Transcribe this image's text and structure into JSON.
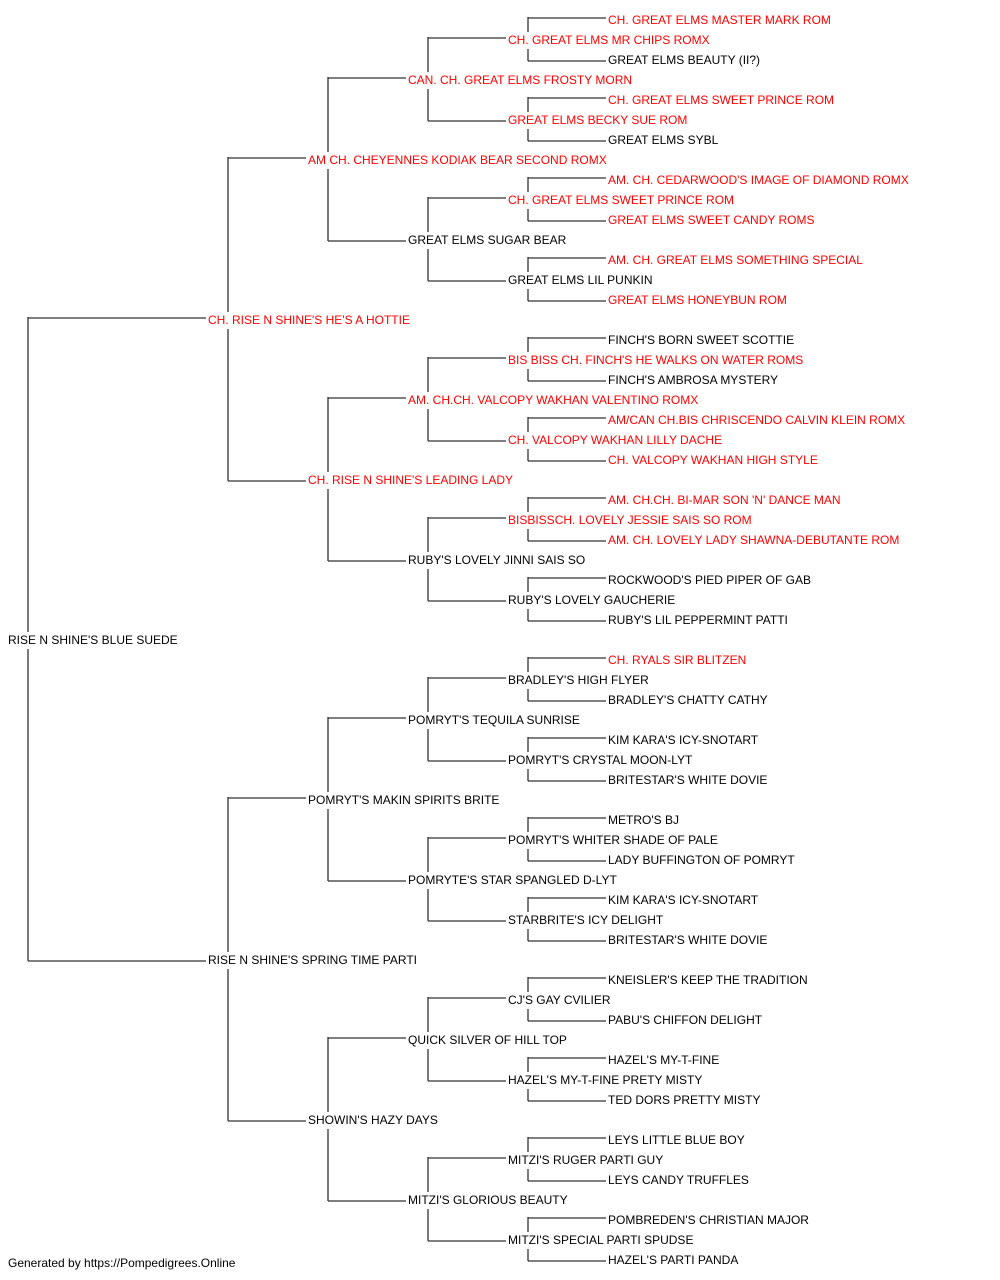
{
  "colors": {
    "champion": "#ff0000",
    "normal": "#000000",
    "line": "#333333"
  },
  "footer": "Generated by https://Pompedigrees.Online",
  "pedigree": {
    "name": "RISE N SHINE'S BLUE SUEDE",
    "champion": false,
    "sire": {
      "name": "CH. RISE N SHINE'S HE'S A HOTTIE",
      "champion": true,
      "sire": {
        "name": "AM CH. CHEYENNES KODIAK BEAR SECOND ROMX",
        "champion": true,
        "sire": {
          "name": "CAN. CH. GREAT ELMS FROSTY MORN",
          "champion": true,
          "sire": {
            "name": "CH. GREAT ELMS MR CHIPS ROMX",
            "champion": true,
            "sire": {
              "name": "CH. GREAT ELMS MASTER MARK ROM",
              "champion": true
            },
            "dam": {
              "name": "GREAT ELMS BEAUTY (II?)",
              "champion": false
            }
          },
          "dam": {
            "name": "GREAT ELMS BECKY SUE ROM",
            "champion": true,
            "sire": {
              "name": "CH. GREAT ELMS SWEET PRINCE ROM",
              "champion": true
            },
            "dam": {
              "name": "GREAT ELMS SYBL",
              "champion": false
            }
          }
        },
        "dam": {
          "name": "GREAT ELMS SUGAR BEAR",
          "champion": false,
          "sire": {
            "name": "CH. GREAT ELMS SWEET PRINCE ROM",
            "champion": true,
            "sire": {
              "name": "AM. CH. CEDARWOOD'S IMAGE OF DIAMOND ROMX",
              "champion": true
            },
            "dam": {
              "name": "GREAT ELMS SWEET CANDY ROMS",
              "champion": true
            }
          },
          "dam": {
            "name": "GREAT ELMS LIL PUNKIN",
            "champion": false,
            "sire": {
              "name": "AM. CH. GREAT ELMS SOMETHING SPECIAL",
              "champion": true
            },
            "dam": {
              "name": "GREAT ELMS HONEYBUN ROM",
              "champion": true
            }
          }
        }
      },
      "dam": {
        "name": "CH. RISE N SHINE'S LEADING LADY",
        "champion": true,
        "sire": {
          "name": "AM. CH.CH. VALCOPY WAKHAN VALENTINO ROMX",
          "champion": true,
          "sire": {
            "name": "BIS BISS CH. FINCH'S HE WALKS ON WATER ROMS",
            "champion": true,
            "sire": {
              "name": "FINCH'S BORN SWEET SCOTTIE",
              "champion": false
            },
            "dam": {
              "name": "FINCH'S AMBROSA MYSTERY",
              "champion": false
            }
          },
          "dam": {
            "name": "CH. VALCOPY WAKHAN LILLY DACHE",
            "champion": true,
            "sire": {
              "name": "AM/CAN CH.BIS CHRISCENDO CALVIN KLEIN ROMX",
              "champion": true
            },
            "dam": {
              "name": "CH. VALCOPY WAKHAN HIGH STYLE",
              "champion": true
            }
          }
        },
        "dam": {
          "name": "RUBY'S LOVELY JINNI SAIS SO",
          "champion": false,
          "sire": {
            "name": "BISBISSCH. LOVELY JESSIE SAIS SO ROM",
            "champion": true,
            "sire": {
              "name": "AM. CH.CH. BI-MAR SON 'N' DANCE MAN",
              "champion": true
            },
            "dam": {
              "name": "AM. CH. LOVELY LADY SHAWNA-DEBUTANTE ROM",
              "champion": true
            }
          },
          "dam": {
            "name": "RUBY'S LOVELY GAUCHERIE",
            "champion": false,
            "sire": {
              "name": "ROCKWOOD'S PIED PIPER OF GAB",
              "champion": false
            },
            "dam": {
              "name": "RUBY'S LIL PEPPERMINT PATTI",
              "champion": false
            }
          }
        }
      }
    },
    "dam": {
      "name": "RISE N SHINE'S SPRING TIME PARTI",
      "champion": false,
      "sire": {
        "name": "POMRYT'S MAKIN SPIRITS BRITE",
        "champion": false,
        "sire": {
          "name": "POMRYT'S TEQUILA SUNRISE",
          "champion": false,
          "sire": {
            "name": "BRADLEY'S HIGH FLYER",
            "champion": false,
            "sire": {
              "name": "CH. RYALS SIR BLITZEN",
              "champion": true
            },
            "dam": {
              "name": "BRADLEY'S CHATTY CATHY",
              "champion": false
            }
          },
          "dam": {
            "name": "POMRYT'S CRYSTAL MOON-LYT",
            "champion": false,
            "sire": {
              "name": "KIM KARA'S ICY-SNOTART",
              "champion": false
            },
            "dam": {
              "name": "BRITESTAR'S WHITE DOVIE",
              "champion": false
            }
          }
        },
        "dam": {
          "name": "POMRYTE'S STAR SPANGLED D-LYT",
          "champion": false,
          "sire": {
            "name": "POMRYT'S WHITER SHADE OF PALE",
            "champion": false,
            "sire": {
              "name": "METRO'S BJ",
              "champion": false
            },
            "dam": {
              "name": "LADY BUFFINGTON OF POMRYT",
              "champion": false
            }
          },
          "dam": {
            "name": "STARBRITE'S ICY DELIGHT",
            "champion": false,
            "sire": {
              "name": "KIM KARA'S ICY-SNOTART",
              "champion": false
            },
            "dam": {
              "name": "BRITESTAR'S WHITE DOVIE",
              "champion": false
            }
          }
        }
      },
      "dam": {
        "name": "SHOWIN'S HAZY DAYS",
        "champion": false,
        "sire": {
          "name": "QUICK SILVER OF HILL TOP",
          "champion": false,
          "sire": {
            "name": "CJ'S GAY CVILIER",
            "champion": false,
            "sire": {
              "name": "KNEISLER'S KEEP THE TRADITION",
              "champion": false
            },
            "dam": {
              "name": "PABU'S CHIFFON DELIGHT",
              "champion": false
            }
          },
          "dam": {
            "name": "HAZEL'S MY-T-FINE PRETY MISTY",
            "champion": false,
            "sire": {
              "name": "HAZEL'S MY-T-FINE",
              "champion": false
            },
            "dam": {
              "name": "TED DORS PRETTY MISTY",
              "champion": false
            }
          }
        },
        "dam": {
          "name": "MITZI'S GLORIOUS BEAUTY",
          "champion": false,
          "sire": {
            "name": "MITZI'S RUGER PARTI GUY",
            "champion": false,
            "sire": {
              "name": "LEYS LITTLE BLUE BOY",
              "champion": false
            },
            "dam": {
              "name": "LEYS CANDY TRUFFLES",
              "champion": false
            }
          },
          "dam": {
            "name": "MITZI'S SPECIAL PARTI SPUDSE",
            "champion": false,
            "sire": {
              "name": "POMBREDEN'S CHRISTIAN MAJOR",
              "champion": false
            },
            "dam": {
              "name": "HAZEL'S PARTI PANDA",
              "champion": false
            }
          }
        }
      }
    }
  }
}
